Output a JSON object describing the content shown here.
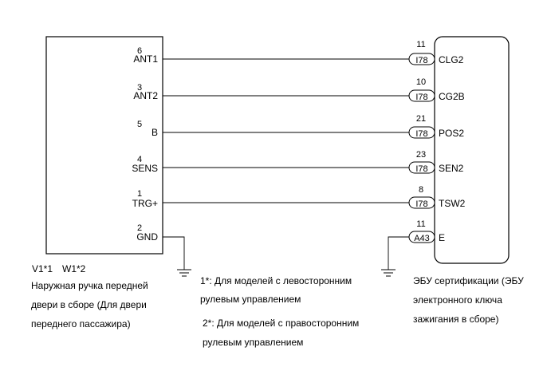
{
  "left_component": {
    "codes": [
      "V1*1",
      "W1*2"
    ],
    "caption": [
      "Наружная ручка передней",
      "двери в сборе (Для двери",
      "переднего пассажира)"
    ],
    "pins": [
      {
        "label": "ANT1",
        "number": "6"
      },
      {
        "label": "ANT2",
        "number": "3"
      },
      {
        "label": "B",
        "number": "5"
      },
      {
        "label": "SENS",
        "number": "4"
      },
      {
        "label": "TRG+",
        "number": "1"
      },
      {
        "label": "GND",
        "number": "2"
      }
    ]
  },
  "right_component": {
    "caption": [
      "ЭБУ сертификации (ЭБУ",
      "электронного ключа",
      "зажигания в сборе)"
    ],
    "pins": [
      {
        "label": "CLG2",
        "number": "11",
        "connector": "I78"
      },
      {
        "label": "CG2B",
        "number": "10",
        "connector": "I78"
      },
      {
        "label": "POS2",
        "number": "21",
        "connector": "I78"
      },
      {
        "label": "SEN2",
        "number": "23",
        "connector": "I78"
      },
      {
        "label": "TSW2",
        "number": "8",
        "connector": "I78"
      },
      {
        "label": "E",
        "number": "11",
        "connector": "A43"
      }
    ]
  },
  "notes": [
    [
      "1*: Для моделей с левосторонним",
      "рулевым управлением"
    ],
    [
      "2*: Для моделей с правосторонним",
      "рулевым управлением"
    ]
  ]
}
